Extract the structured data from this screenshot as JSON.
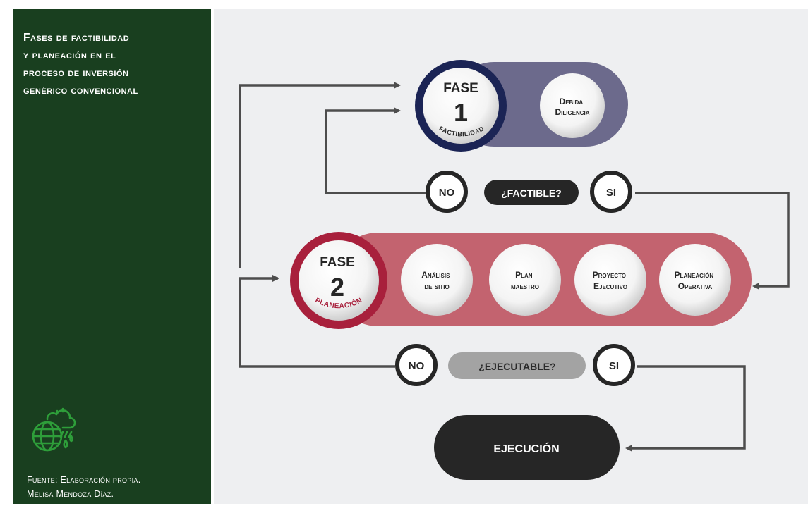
{
  "title": {
    "line1": "Fases de factibilidad",
    "line2": "y planeación en el",
    "line3": "proceso de inversión",
    "line4": "genérico convencional"
  },
  "source": {
    "line1": "Fuente: Elaboración propia.",
    "line2": "Melisa Mendoza Díaz."
  },
  "phase1": {
    "label": "FASE",
    "number": "1",
    "arc_text": "FACTIBILIDAD",
    "step1_line1": "Debida",
    "step1_line2": "Diligencia"
  },
  "decision1": {
    "no": "NO",
    "question": "¿FACTIBLE?",
    "yes": "SI"
  },
  "phase2": {
    "label": "FASE",
    "number": "2",
    "arc_text": "PLANEACIÓN",
    "steps": [
      {
        "line1": "Análisis",
        "line2": "de sitio"
      },
      {
        "line1": "Plan",
        "line2": "maestro"
      },
      {
        "line1": "Proyecto",
        "line2": "Ejecutivo"
      },
      {
        "line1": "Planeación",
        "line2": "Operativa"
      }
    ]
  },
  "decision2": {
    "no": "NO",
    "question": "¿EJECUTABLE?",
    "yes": "SI"
  },
  "execution": {
    "label": "EJECUCIÓN"
  },
  "colors": {
    "sidebar": "#193f1f",
    "phase1_ring": "#1b2455",
    "phase1_band": "#6c6a8c",
    "phase2_ring": "#a8203c",
    "phase2_band": "#c3636f",
    "dark_pill": "#262626",
    "light_pill": "#a3a3a3",
    "arrow": "#4d4d4d",
    "icon": "#2e9e3a"
  }
}
